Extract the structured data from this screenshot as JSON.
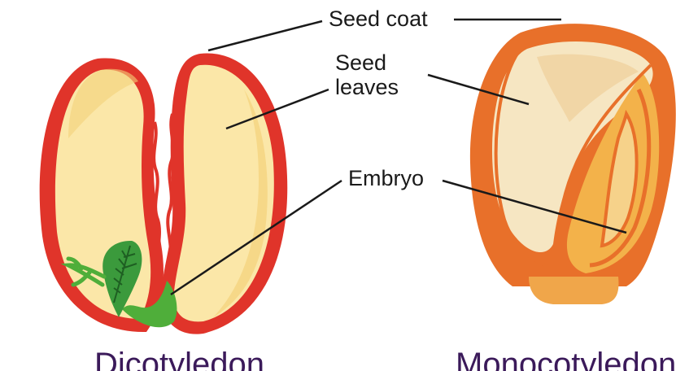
{
  "labels": {
    "seed_coat": "Seed coat",
    "seed_leaves": "Seed leaves",
    "embryo": "Embryo"
  },
  "captions": {
    "left": "Dicotyledon",
    "right": "Monocotyledon"
  },
  "colors": {
    "seed_coat": "#e0342a",
    "seed_leaf_fill": "#fbe7a8",
    "embryo_green": "#3b9a3c",
    "monocot_coat": "#e8702a",
    "monocot_endosperm": "#f6e6c2",
    "monocot_embryo": "#f3b24a",
    "caption_text": "#3b1a5a",
    "leader_line": "#1a1a1a"
  }
}
